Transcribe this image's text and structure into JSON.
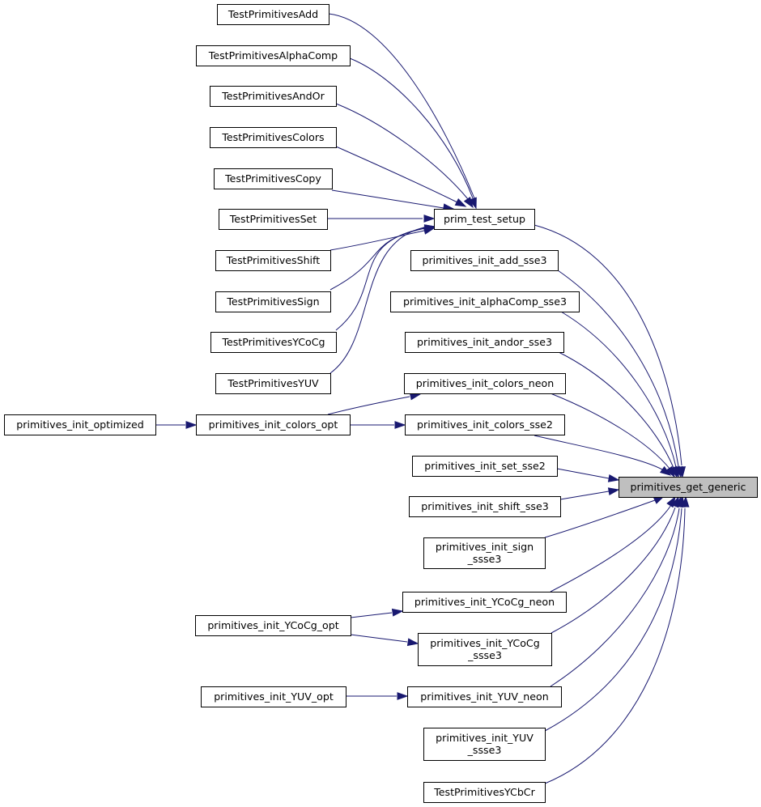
{
  "diagram": {
    "nodes": {
      "get_generic": "primitives_get_generic",
      "prim_test_setup": "prim_test_setup",
      "t_add": "TestPrimitivesAdd",
      "t_alpha": "TestPrimitivesAlphaComp",
      "t_andor": "TestPrimitivesAndOr",
      "t_colors": "TestPrimitivesColors",
      "t_copy": "TestPrimitivesCopy",
      "t_set": "TestPrimitivesSet",
      "t_shift": "TestPrimitivesShift",
      "t_sign": "TestPrimitivesSign",
      "t_ycocg": "TestPrimitivesYCoCg",
      "t_yuv": "TestPrimitivesYUV",
      "init_add_sse3": "primitives_init_add_sse3",
      "init_alpha_sse3": "primitives_init_alphaComp_sse3",
      "init_andor_sse3": "primitives_init_andor_sse3",
      "init_colors_neon": "primitives_init_colors_neon",
      "init_colors_opt": "primitives_init_colors_opt",
      "init_optimized": "primitives_init_optimized",
      "init_colors_sse2": "primitives_init_colors_sse2",
      "init_set_sse2": "primitives_init_set_sse2",
      "init_shift_sse3": "primitives_init_shift_sse3",
      "init_sign_ssse3": [
        "primitives_init_sign",
        "_ssse3"
      ],
      "init_ycocg_neon": "primitives_init_YCoCg_neon",
      "init_ycocg_opt": "primitives_init_YCoCg_opt",
      "init_ycocg_ssse3": [
        "primitives_init_YCoCg",
        "_ssse3"
      ],
      "init_yuv_opt": "primitives_init_YUV_opt",
      "init_yuv_neon": "primitives_init_YUV_neon",
      "init_yuv_ssse3": [
        "primitives_init_YUV",
        "_ssse3"
      ],
      "t_ycbcr": "TestPrimitivesYCbCr"
    },
    "edges": [
      [
        "t_add",
        "prim_test_setup"
      ],
      [
        "t_alpha",
        "prim_test_setup"
      ],
      [
        "t_andor",
        "prim_test_setup"
      ],
      [
        "t_colors",
        "prim_test_setup"
      ],
      [
        "t_copy",
        "prim_test_setup"
      ],
      [
        "t_set",
        "prim_test_setup"
      ],
      [
        "t_shift",
        "prim_test_setup"
      ],
      [
        "t_sign",
        "prim_test_setup"
      ],
      [
        "t_ycocg",
        "prim_test_setup"
      ],
      [
        "t_yuv",
        "prim_test_setup"
      ],
      [
        "prim_test_setup",
        "get_generic"
      ],
      [
        "init_add_sse3",
        "get_generic"
      ],
      [
        "init_alpha_sse3",
        "get_generic"
      ],
      [
        "init_andor_sse3",
        "get_generic"
      ],
      [
        "init_colors_neon",
        "get_generic"
      ],
      [
        "init_colors_sse2",
        "get_generic"
      ],
      [
        "init_set_sse2",
        "get_generic"
      ],
      [
        "init_shift_sse3",
        "get_generic"
      ],
      [
        "init_sign_ssse3",
        "get_generic"
      ],
      [
        "init_ycocg_neon",
        "get_generic"
      ],
      [
        "init_ycocg_ssse3",
        "get_generic"
      ],
      [
        "init_yuv_neon",
        "get_generic"
      ],
      [
        "init_yuv_ssse3",
        "get_generic"
      ],
      [
        "t_ycbcr",
        "get_generic"
      ],
      [
        "init_optimized",
        "init_colors_opt"
      ],
      [
        "init_colors_opt",
        "init_colors_neon"
      ],
      [
        "init_colors_opt",
        "init_colors_sse2"
      ],
      [
        "init_ycocg_opt",
        "init_ycocg_neon"
      ],
      [
        "init_ycocg_opt",
        "init_ycocg_ssse3"
      ],
      [
        "init_yuv_opt",
        "init_yuv_neon"
      ]
    ],
    "colors": {
      "edge": "#191970",
      "node_border": "#000000",
      "root_fill": "#bfbfbf",
      "node_fill": "#ffffff"
    }
  }
}
